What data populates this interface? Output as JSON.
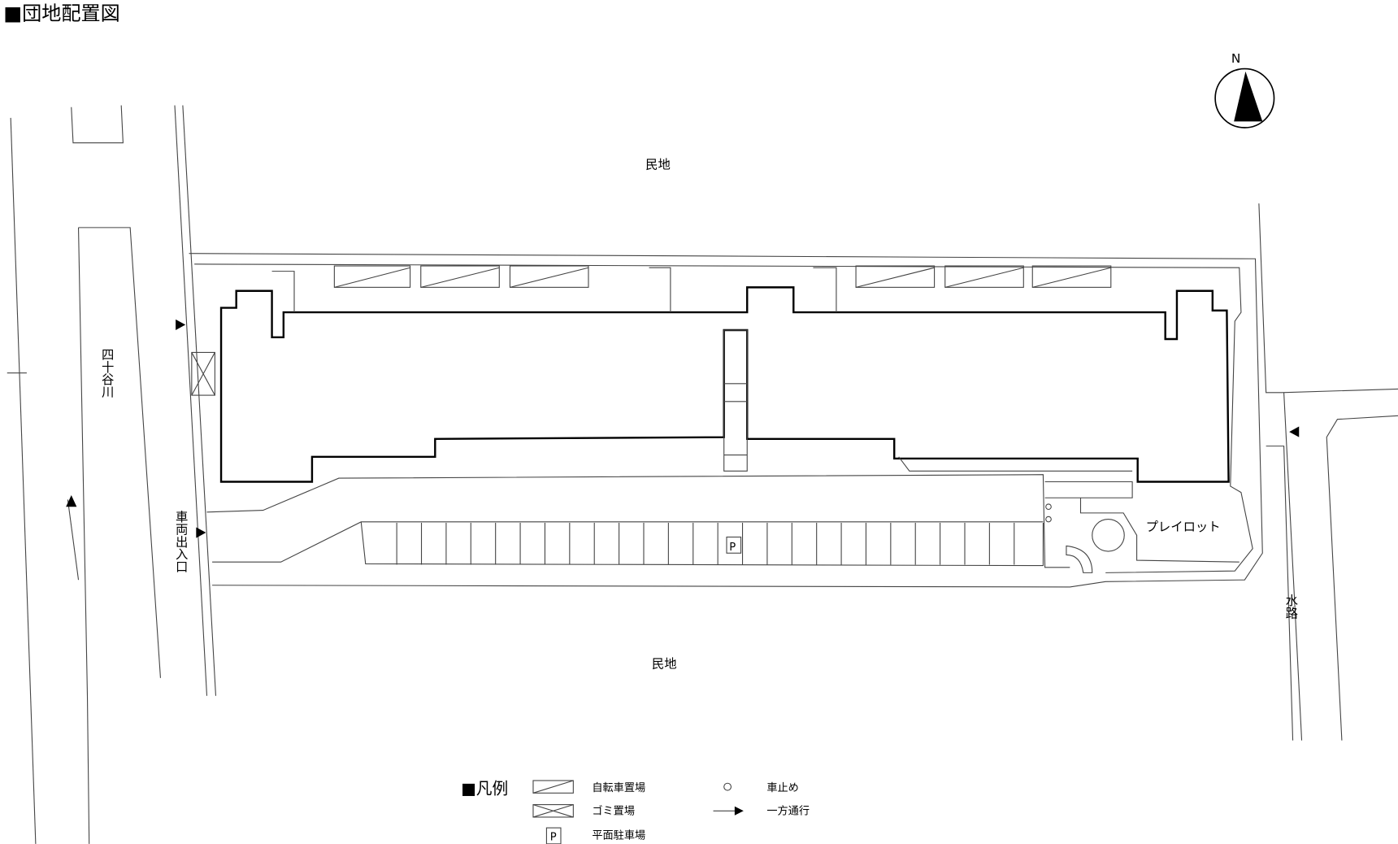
{
  "title": "■団地配置図",
  "compass": {
    "label": "N"
  },
  "labels": {
    "north_neighbor": "民地",
    "south_neighbor": "民地",
    "river": "四十谷川",
    "vehicle_entrance": "車両出入口",
    "playlot": "プレイロット",
    "waterway": "水路",
    "parking_mark": "P"
  },
  "legend": {
    "title": "■凡例",
    "items": [
      {
        "symbol": "bicycle-parking",
        "label": "自転車置場"
      },
      {
        "symbol": "garbage-area",
        "label": "ゴミ置場"
      },
      {
        "symbol": "parking",
        "symbol_text": "P",
        "label": "平面駐車場"
      },
      {
        "symbol": "car-stop",
        "label": "車止め"
      },
      {
        "symbol": "one-way-arrow",
        "label": "一方通行"
      }
    ]
  }
}
